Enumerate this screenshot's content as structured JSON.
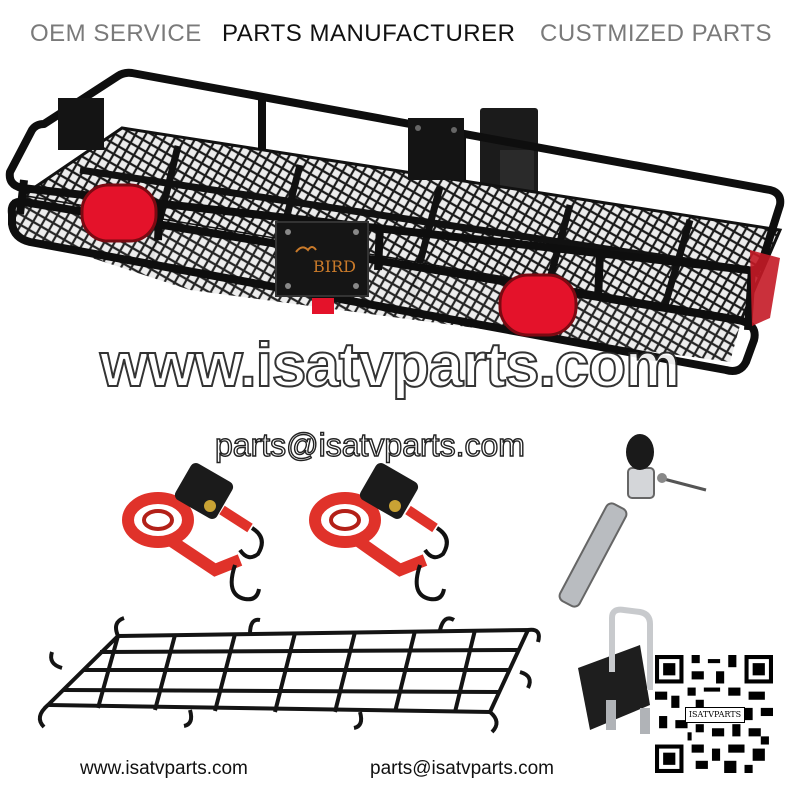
{
  "header": {
    "items": [
      "OEM SERVICE",
      "PARTS MANUFACTURER",
      "CUSTMIZED PARTS"
    ]
  },
  "watermark": {
    "site": "www.isatvparts.com",
    "email": "parts@isatvparts.com"
  },
  "product": {
    "brand_plate": "BIRD"
  },
  "qr": {
    "label": "ISATVPARTS"
  },
  "footer": {
    "site": "www.isatvparts.com",
    "email": "parts@isatvparts.com"
  },
  "colors": {
    "frame": "#111111",
    "strap": "#e0322a",
    "reflector": "#e4122a"
  }
}
